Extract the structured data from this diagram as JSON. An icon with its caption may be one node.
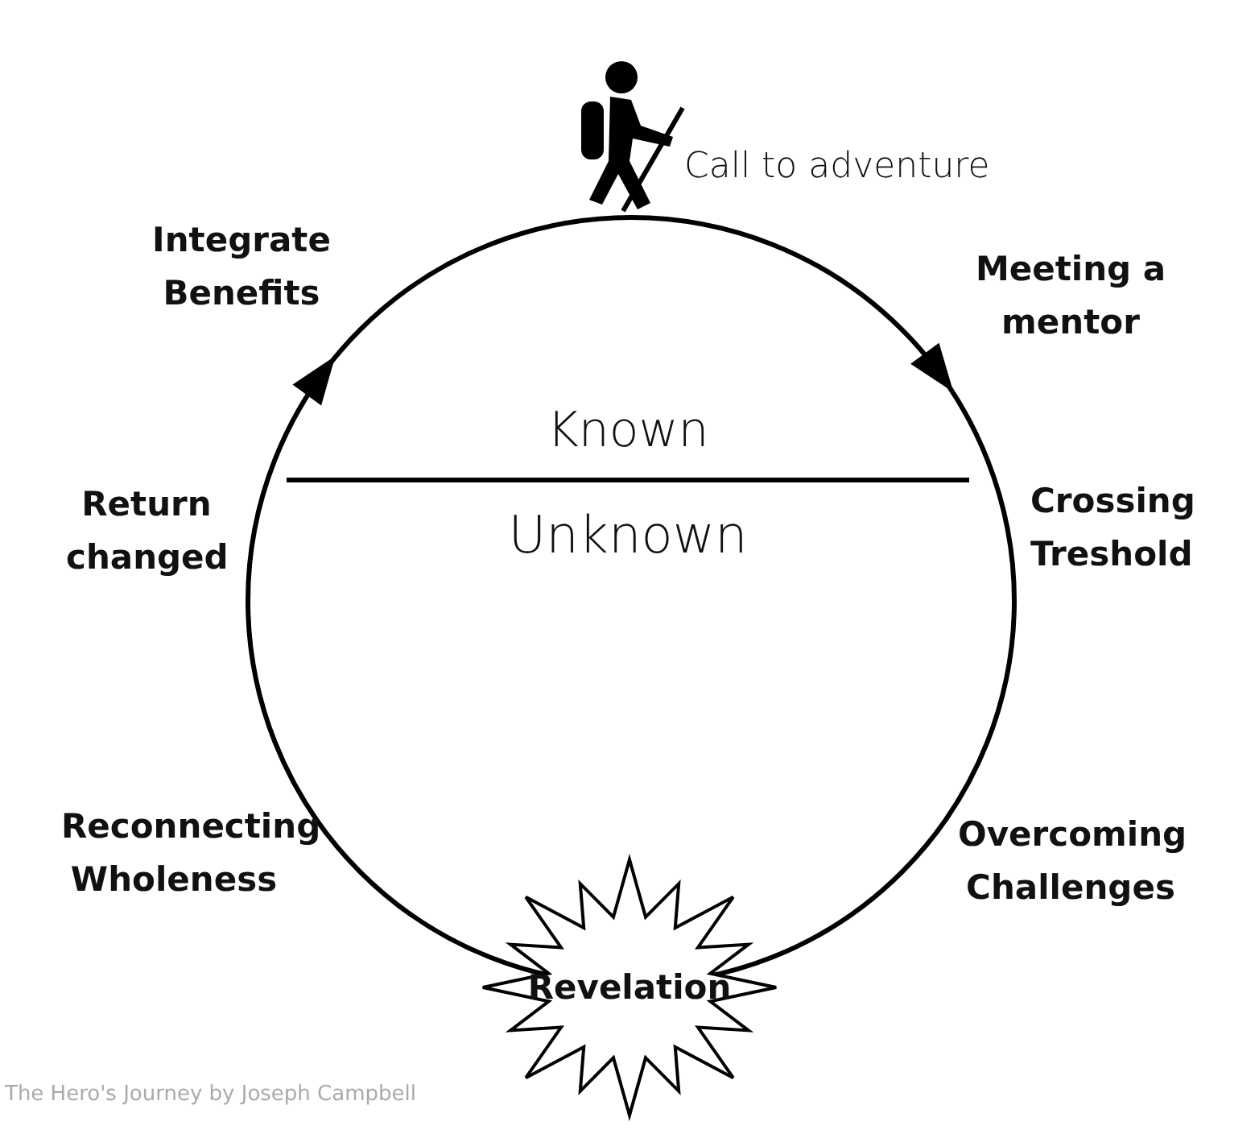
{
  "diagram": {
    "caption": "The Hero's Journey by Joseph Campbell",
    "nodes": [
      {
        "text": [
          "Revelation"
        ]
      }
    ],
    "labels": [
      "Call to adventure",
      "Integrate Benefits",
      "Meeting a mentor",
      "Known",
      "Return changed",
      "Crossing Treshold",
      "Unknown",
      "Reconnecting Wholeness",
      "Overcoming Challenges"
    ]
  }
}
